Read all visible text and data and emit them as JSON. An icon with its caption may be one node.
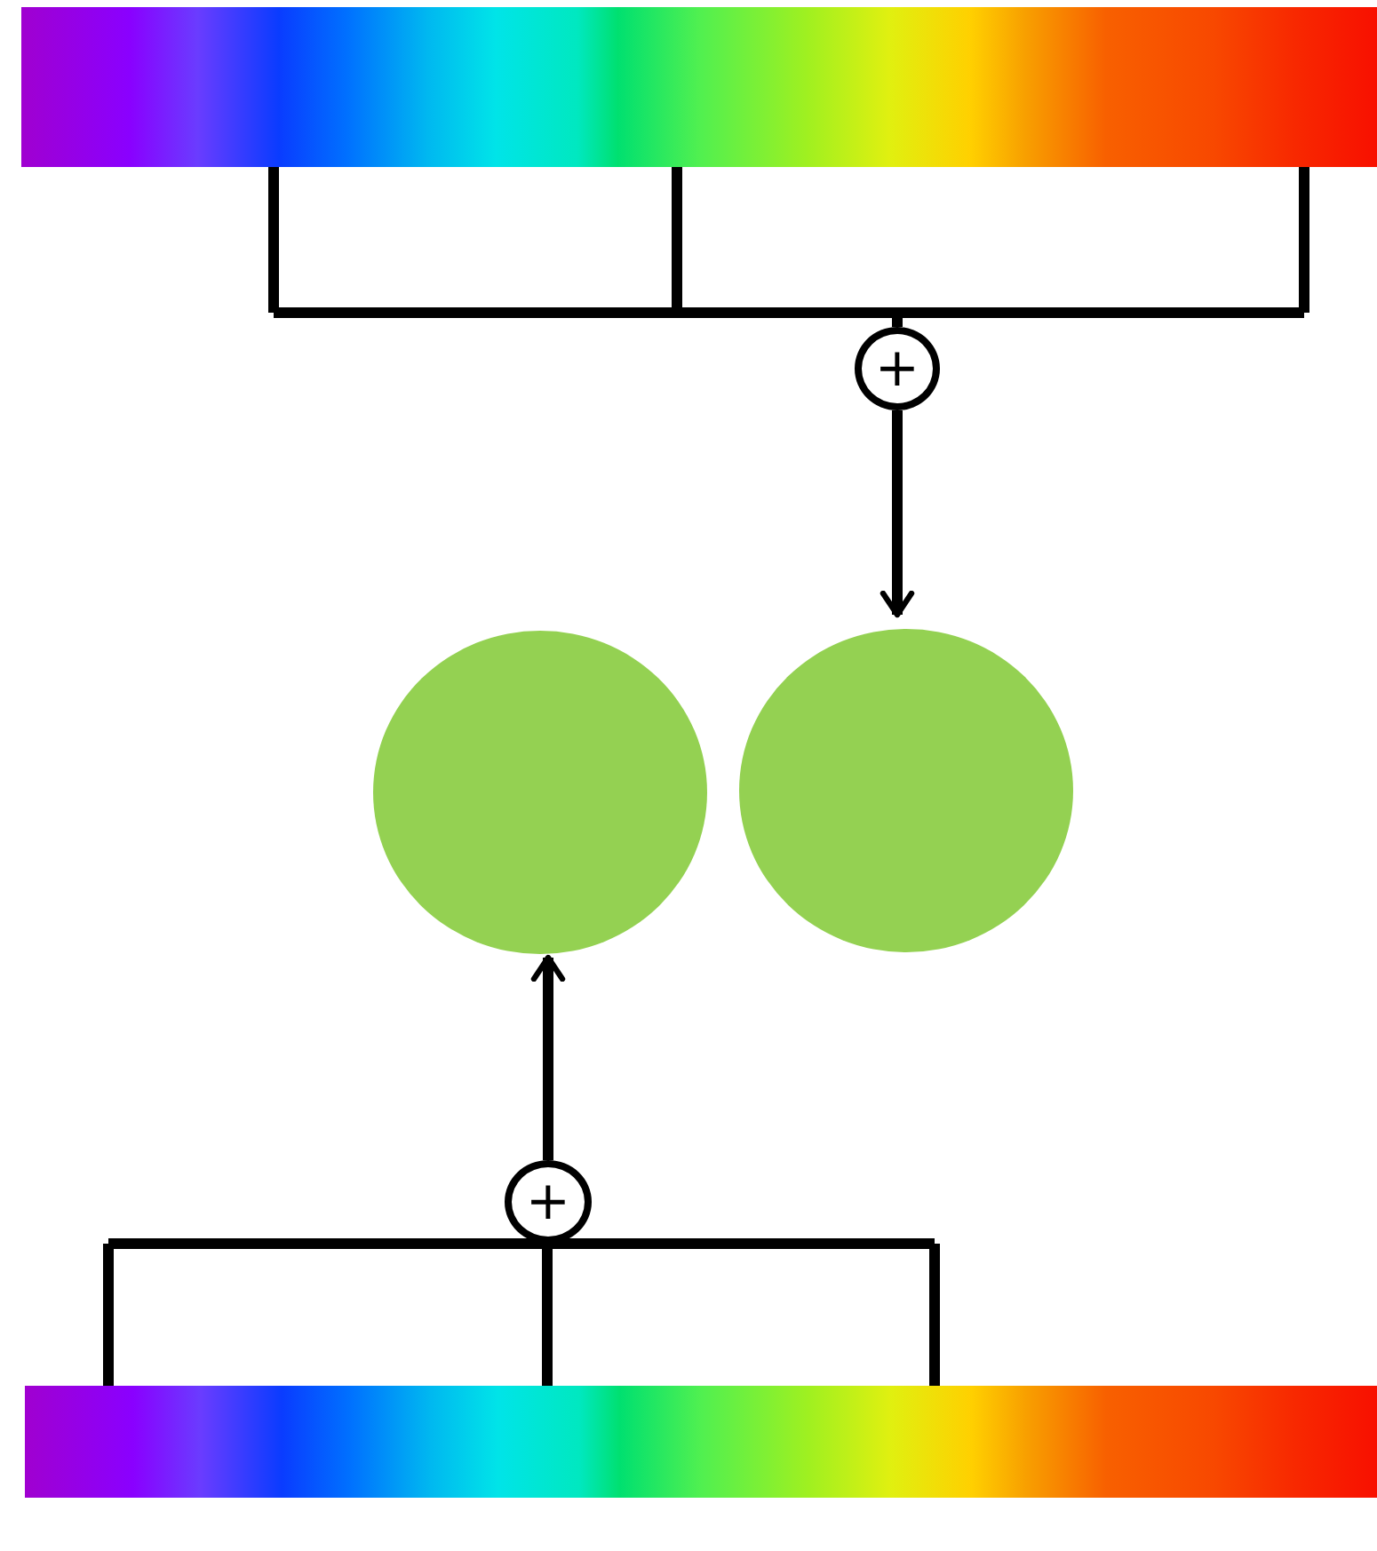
{
  "diagram": {
    "nodes": [
      {
        "text": [],
        "shape": "bar"
      },
      {
        "text": [
          "+"
        ]
      },
      {
        "text": [],
        "shape": "circle"
      },
      {
        "text": [],
        "shape": "circle"
      },
      {
        "text": [
          "+"
        ]
      },
      {
        "text": [],
        "shape": "bar"
      }
    ],
    "edges": [
      {
        "from": 0,
        "to": 1,
        "arrow": "none"
      },
      {
        "from": 1,
        "to": 3,
        "arrow": "to"
      },
      {
        "from": 5,
        "to": 4,
        "arrow": "none"
      },
      {
        "from": 4,
        "to": 2,
        "arrow": "to"
      }
    ]
  }
}
